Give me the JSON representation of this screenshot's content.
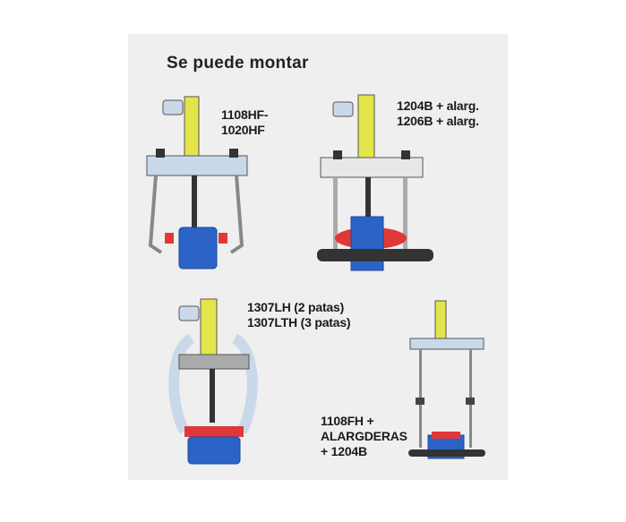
{
  "heading": "Se puede montar",
  "variants": [
    {
      "lines": [
        "1108HF-",
        "1020HF"
      ]
    },
    {
      "lines": [
        "1204B + alarg.",
        "1206B + alarg."
      ]
    },
    {
      "lines": [
        "1307LH (2 patas)",
        "1307LTH (3 patas)"
      ]
    },
    {
      "lines": [
        "1108FH +",
        "ALARGDERAS",
        "+ 1204B"
      ]
    }
  ],
  "colors": {
    "panel": "#efefef",
    "cylinder": "#e3e54a",
    "steel": "#c9d9ea",
    "base_blue": "#2b63c7",
    "red": "#e03838",
    "rod": "#333333"
  }
}
